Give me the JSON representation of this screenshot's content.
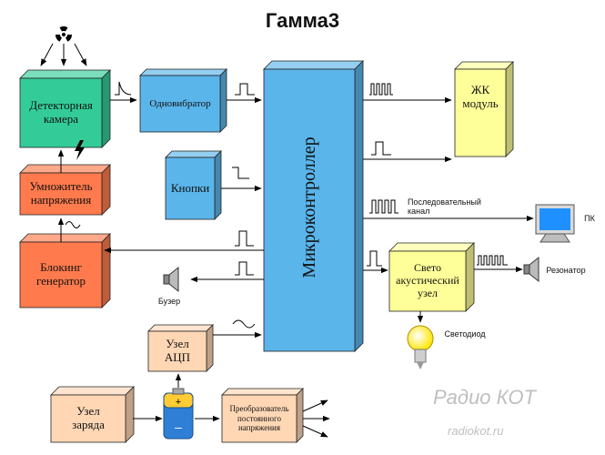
{
  "title": "Гамма3",
  "blocks": {
    "detector": "Детекторная\nкамера",
    "multiplier": "Умножитель\nнапряжения",
    "blocking": "Блокинг\nгенератор",
    "oneshot": "Одновибратор",
    "buttons": "Кнопки",
    "mcu": "Микроконтроллер",
    "lcd": "ЖК\nмодуль",
    "lightsound": "Свето\nакустический\nузел",
    "adc": "Узел\nАЦП",
    "charge": "Узел\nзаряда",
    "dcdc": "Преобразователь\nпостоянного\nнапряжения"
  },
  "labels": {
    "serial": "Последовательный\nканал",
    "pc": "ПК",
    "buzzer": "Бузер",
    "resonator": "Резонатор",
    "led": "Светодиод"
  },
  "watermark": {
    "top": "Радио КОТ",
    "bottom": "radiokot.ru"
  },
  "colors": {
    "green": "#33cc99",
    "orange": "#ff7a4d",
    "blue": "#5ab5ea",
    "yellow": "#ffff99",
    "peach": "#ffd7b5",
    "line": "#000000"
  }
}
